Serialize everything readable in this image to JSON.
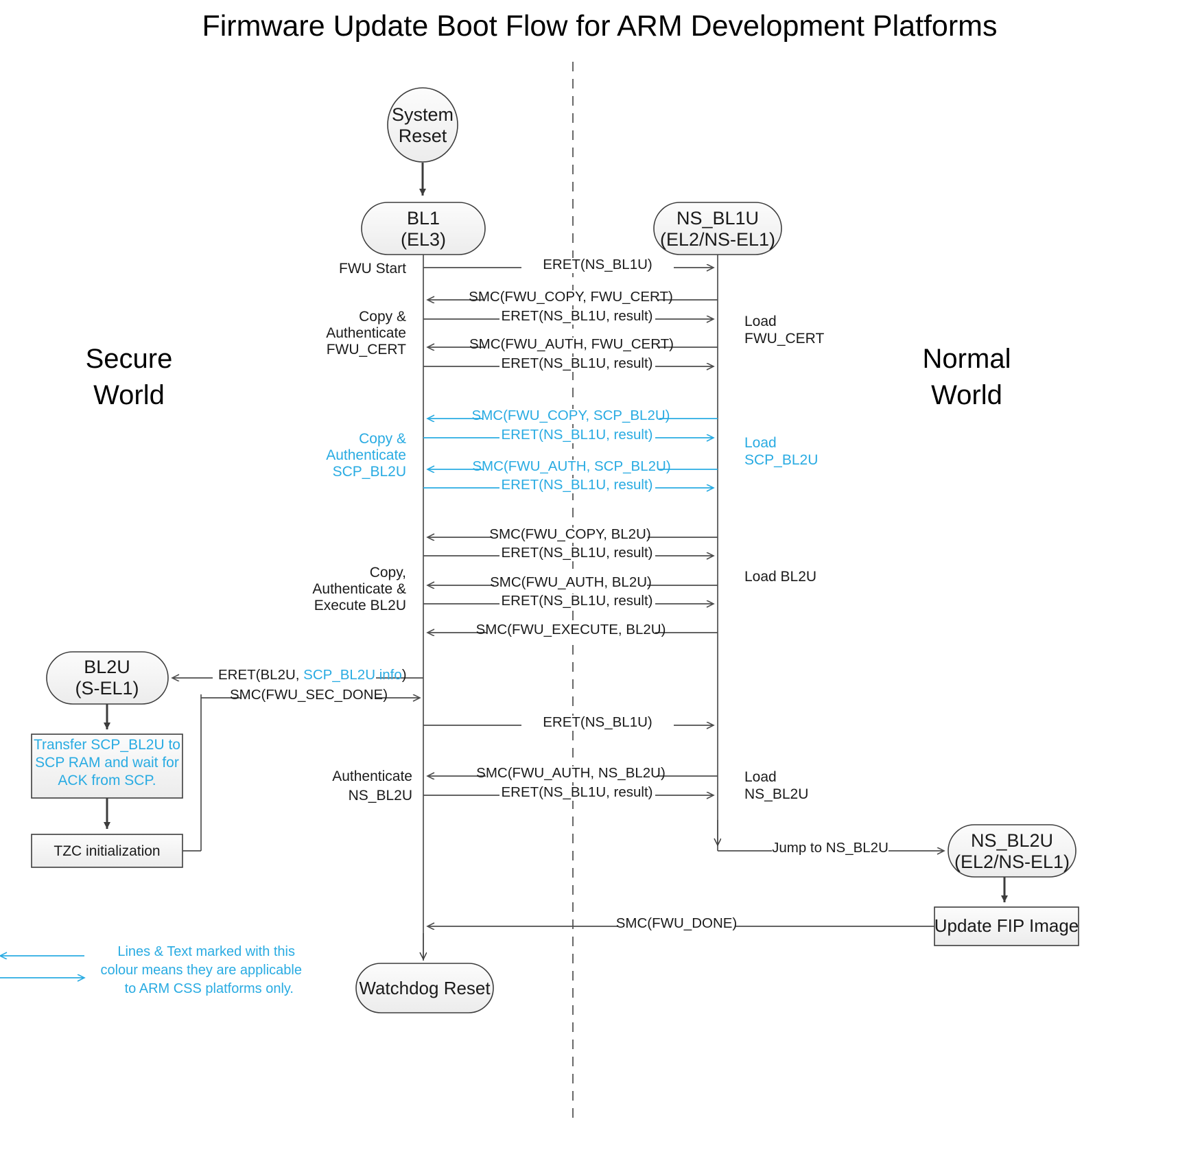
{
  "title": "Firmware Update Boot Flow for ARM Development Platforms",
  "worlds": {
    "secure_line1": "Secure",
    "secure_line2": "World",
    "normal_line1": "Normal",
    "normal_line2": "World"
  },
  "colors": {
    "css_highlight": "#29abe2",
    "line": "#4d4d4d",
    "text": "#1a1a1a",
    "node_fill": "#f2f2f2"
  },
  "nodes": {
    "system_reset": {
      "line1": "System",
      "line2": "Reset"
    },
    "bl1": {
      "line1": "BL1",
      "line2": "(EL3)"
    },
    "ns_bl1u": {
      "line1": "NS_BL1U",
      "line2": "(EL2/NS-EL1)"
    },
    "bl2u": {
      "line1": "BL2U",
      "line2": "(S-EL1)"
    },
    "ns_bl2u": {
      "line1": "NS_BL2U",
      "line2": "(EL2/NS-EL1)"
    },
    "watchdog_reset": {
      "label": "Watchdog Reset"
    },
    "transfer_scp": {
      "line1": "Transfer SCP_BL2U to",
      "line2": "SCP RAM and wait for",
      "line3": "ACK from SCP."
    },
    "tzc_init": {
      "label": "TZC initialization"
    },
    "update_fip": {
      "label": "Update FIP Image"
    }
  },
  "messages": [
    {
      "id": "m1",
      "label": "ERET(NS_BL1U)",
      "dir": "right",
      "cyan": false
    },
    {
      "id": "m2",
      "label": "SMC(FWU_COPY, FWU_CERT)",
      "dir": "left",
      "cyan": false
    },
    {
      "id": "m3",
      "label": "ERET(NS_BL1U, result)",
      "dir": "right",
      "cyan": false
    },
    {
      "id": "m4",
      "label": "SMC(FWU_AUTH, FWU_CERT)",
      "dir": "left",
      "cyan": false
    },
    {
      "id": "m5",
      "label": "ERET(NS_BL1U, result)",
      "dir": "right",
      "cyan": false
    },
    {
      "id": "m6",
      "label": "SMC(FWU_COPY, SCP_BL2U)",
      "dir": "left",
      "cyan": true
    },
    {
      "id": "m7",
      "label": "ERET(NS_BL1U, result)",
      "dir": "right",
      "cyan": true
    },
    {
      "id": "m8",
      "label": "SMC(FWU_AUTH, SCP_BL2U)",
      "dir": "left",
      "cyan": true
    },
    {
      "id": "m9",
      "label": "ERET(NS_BL1U, result)",
      "dir": "right",
      "cyan": true
    },
    {
      "id": "m10",
      "label": "SMC(FWU_COPY, BL2U)",
      "dir": "left",
      "cyan": false
    },
    {
      "id": "m11",
      "label": "ERET(NS_BL1U, result)",
      "dir": "right",
      "cyan": false
    },
    {
      "id": "m12",
      "label": "SMC(FWU_AUTH, BL2U)",
      "dir": "left",
      "cyan": false
    },
    {
      "id": "m13",
      "label": "ERET(NS_BL1U, result)",
      "dir": "right",
      "cyan": false
    },
    {
      "id": "m14",
      "label": "SMC(FWU_EXECUTE, BL2U)",
      "dir": "left",
      "cyan": false
    },
    {
      "id": "m16",
      "label": "SMC(FWU_SEC_DONE)",
      "dir": "right",
      "cyan": false
    },
    {
      "id": "m17",
      "label": "ERET(NS_BL1U)",
      "dir": "right",
      "cyan": false
    },
    {
      "id": "m18",
      "label": "SMC(FWU_AUTH, NS_BL2U)",
      "dir": "left",
      "cyan": false
    },
    {
      "id": "m19",
      "label": "ERET(NS_BL1U, result)",
      "dir": "right",
      "cyan": false
    },
    {
      "id": "m20",
      "label": "Jump to NS_BL2U",
      "dir": "right",
      "cyan": false
    },
    {
      "id": "m21",
      "label": "SMC(FWU_DONE)",
      "dir": "left",
      "cyan": false
    }
  ],
  "eret_bl2u": {
    "part1": "ERET(BL2U, ",
    "part2": "SCP_BL2U info",
    "part3": ")"
  },
  "left_annotations": [
    {
      "id": "a1",
      "lines": [
        "FWU Start"
      ],
      "cyan": false
    },
    {
      "id": "a2",
      "lines": [
        "Copy &",
        "Authenticate",
        "FWU_CERT"
      ],
      "cyan": false
    },
    {
      "id": "a3",
      "lines": [
        "Copy &",
        "Authenticate",
        "SCP_BL2U"
      ],
      "cyan": true
    },
    {
      "id": "a4",
      "lines": [
        "Copy,",
        "Authenticate &",
        "Execute BL2U"
      ],
      "cyan": false
    },
    {
      "id": "a5",
      "lines": [
        "Authenticate",
        "NS_BL2U"
      ],
      "cyan": false
    }
  ],
  "right_annotations": [
    {
      "id": "b1",
      "lines": [
        "Load",
        "FWU_CERT"
      ],
      "cyan": false
    },
    {
      "id": "b2",
      "lines": [
        "Load",
        "SCP_BL2U"
      ],
      "cyan": true
    },
    {
      "id": "b3",
      "lines": [
        "Load BL2U"
      ],
      "cyan": false
    },
    {
      "id": "b4",
      "lines": [
        "Load",
        "NS_BL2U"
      ],
      "cyan": false
    }
  ],
  "legend": {
    "line1": "Lines & Text marked with this",
    "line2": "colour means they are applicable",
    "line3": "to ARM CSS platforms only."
  }
}
